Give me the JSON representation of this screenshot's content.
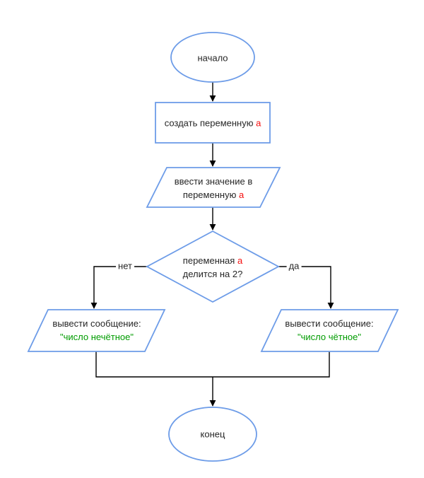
{
  "diagram": {
    "type": "flowchart",
    "language": "ru",
    "nodes": {
      "start": {
        "shape": "terminator-ellipse",
        "label": "начало"
      },
      "create": {
        "shape": "process-rectangle",
        "text": "создать переменную ",
        "var": "a"
      },
      "input": {
        "shape": "io-parallelogram",
        "line1": "ввести значение в",
        "line2_text": "переменную ",
        "line2_var": "a"
      },
      "decision": {
        "shape": "decision-diamond",
        "line1_text": "переменная ",
        "line1_var": "a",
        "line2": "делится на 2?"
      },
      "output_odd": {
        "shape": "io-parallelogram",
        "line1": "вывести сообщение:",
        "line2": "\"число нечётное\""
      },
      "output_even": {
        "shape": "io-parallelogram",
        "line1": "вывести сообщение:",
        "line2": "\"число чётное\""
      },
      "end": {
        "shape": "terminator-ellipse",
        "label": "конец"
      }
    },
    "edges": {
      "no_branch_label": "нет",
      "yes_branch_label": "да"
    },
    "colors": {
      "shape_border": "#6d9ce8",
      "line": "#000000",
      "text": "#262626",
      "variable_red": "#f50f0f",
      "string_green": "#009c00",
      "background": "#ffffff"
    }
  }
}
